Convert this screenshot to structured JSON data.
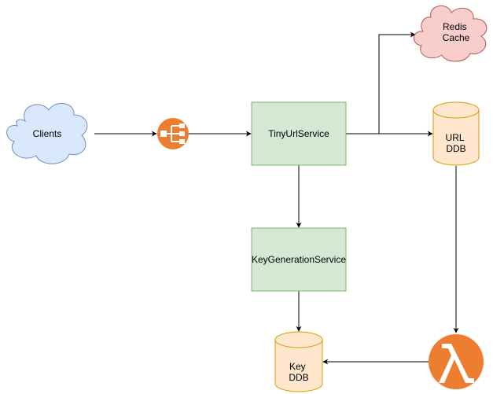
{
  "nodes": {
    "clients": {
      "label": "Clients",
      "shape": "cloud",
      "fill": "#dae8fc",
      "stroke": "#6c8ebf"
    },
    "load_balancer": {
      "icon": "load-balancer-icon",
      "fill": "#ed7d31",
      "accent": "#ffffff"
    },
    "tiny_url_service": {
      "label": "TinyUrlService",
      "shape": "rectangle",
      "fill": "#d5e8d4",
      "stroke": "#82b366"
    },
    "key_generation_service": {
      "label": "KeyGenerationService",
      "shape": "rectangle",
      "fill": "#d5e8d4",
      "stroke": "#82b366"
    },
    "redis_cache": {
      "label_lines": [
        "Redis",
        "Cache"
      ],
      "shape": "cloud",
      "fill": "#f8cecc",
      "stroke": "#b85450"
    },
    "url_ddb": {
      "label_lines": [
        "URL",
        "DDB"
      ],
      "shape": "cylinder",
      "fill": "#ffe6cc",
      "stroke": "#d79b00"
    },
    "key_ddb": {
      "label_lines": [
        "Key",
        "DDB"
      ],
      "shape": "cylinder",
      "fill": "#ffe6cc",
      "stroke": "#d79b00"
    },
    "lambda": {
      "icon": "lambda-icon",
      "fill": "#ed7d31",
      "accent": "#ffffff"
    }
  },
  "edges": [
    {
      "from": "clients",
      "to": "load_balancer"
    },
    {
      "from": "load_balancer",
      "to": "tiny_url_service"
    },
    {
      "from": "tiny_url_service",
      "to": "redis_cache"
    },
    {
      "from": "tiny_url_service",
      "to": "url_ddb"
    },
    {
      "from": "tiny_url_service",
      "to": "key_generation_service"
    },
    {
      "from": "key_generation_service",
      "to": "key_ddb"
    },
    {
      "from": "url_ddb",
      "to": "lambda"
    },
    {
      "from": "lambda",
      "to": "key_ddb"
    }
  ],
  "colors": {
    "edge": "#000000"
  }
}
